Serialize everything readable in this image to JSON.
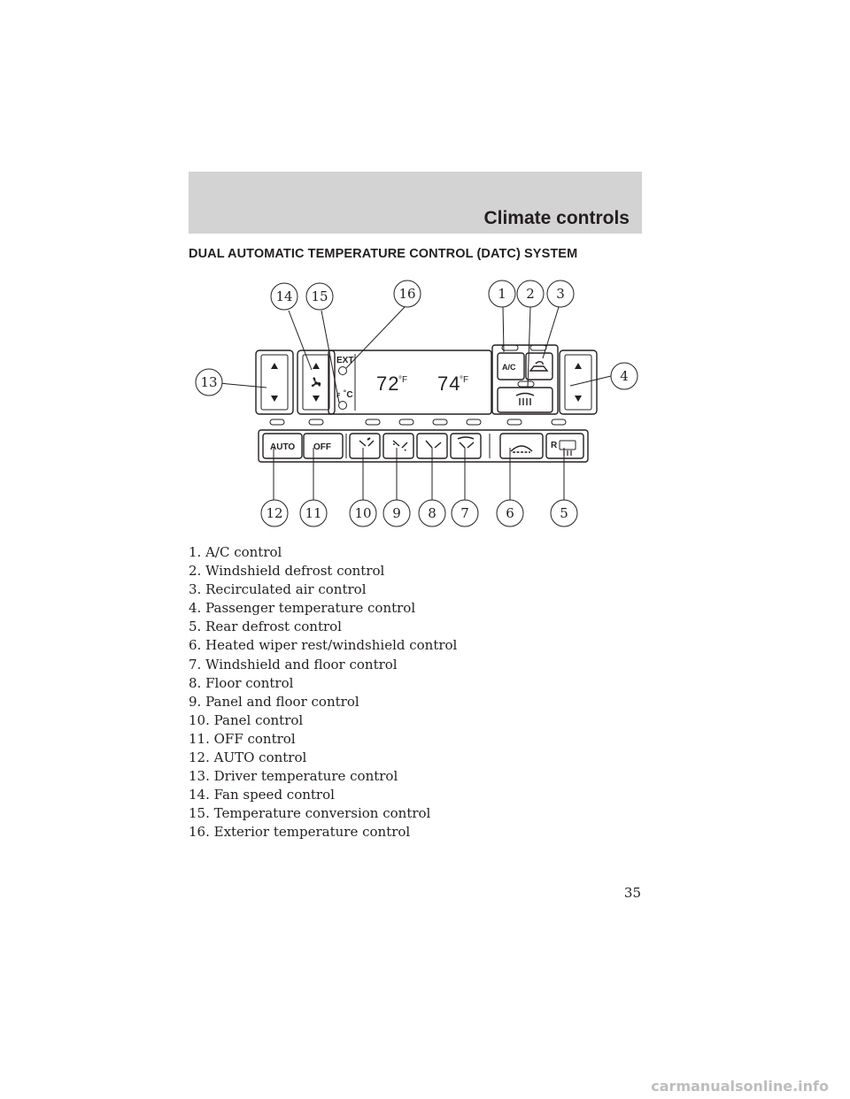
{
  "header": {
    "section_title": "Climate controls"
  },
  "heading": "DUAL AUTOMATIC TEMPERATURE CONTROL (DATC) SYSTEM",
  "diagram": {
    "callouts": [
      "14",
      "15",
      "16",
      "1",
      "2",
      "3",
      "13",
      "4",
      "12",
      "11",
      "10",
      "9",
      "8",
      "7",
      "6",
      "5"
    ],
    "panel_labels": {
      "ext": "EXT",
      "f": "F",
      "c": "˚C",
      "ac": "A/C",
      "auto": "AUTO",
      "off": "OFF",
      "rear": "R"
    },
    "display": {
      "driver_temp": "72",
      "passenger_temp": "74",
      "unit": "°F"
    }
  },
  "legend": [
    "1. A/C control",
    "2. Windshield defrost control",
    "3. Recirculated air control",
    "4. Passenger temperature control",
    "5. Rear defrost control",
    "6. Heated wiper rest/windshield control",
    "7. Windshield and floor control",
    "8. Floor control",
    "9. Panel and floor control",
    "10. Panel control",
    "11. OFF control",
    "12. AUTO control",
    "13. Driver temperature control",
    "14. Fan speed control",
    "15. Temperature conversion control",
    "16. Exterior temperature control"
  ],
  "page_number": "35",
  "watermark": "carmanualsonline.info"
}
